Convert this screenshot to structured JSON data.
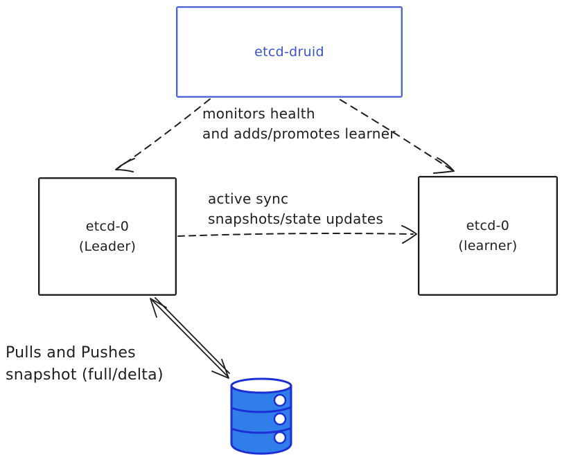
{
  "nodes": {
    "druid": {
      "label": "etcd-druid"
    },
    "leader": {
      "label": "etcd-0\n(Leader)"
    },
    "learner": {
      "label": "etcd-0\n(learner)"
    }
  },
  "annotations": {
    "monitor": "monitors health\nand adds/promotes learner",
    "sync": "active sync\nsnapshots/state updates",
    "snapshot": "Pulls and Pushes\nsnapshot (full/delta)"
  },
  "icons": {
    "database": "database-cylinder-icon"
  },
  "colors": {
    "druid_border": "#4b63d8",
    "druid_text": "#3a52d5",
    "node_border": "#1e1e1e",
    "text": "#1e1e1e",
    "db_fill": "#2f7ee9",
    "db_stroke": "#1c2ed6",
    "background": "#ffffff"
  }
}
